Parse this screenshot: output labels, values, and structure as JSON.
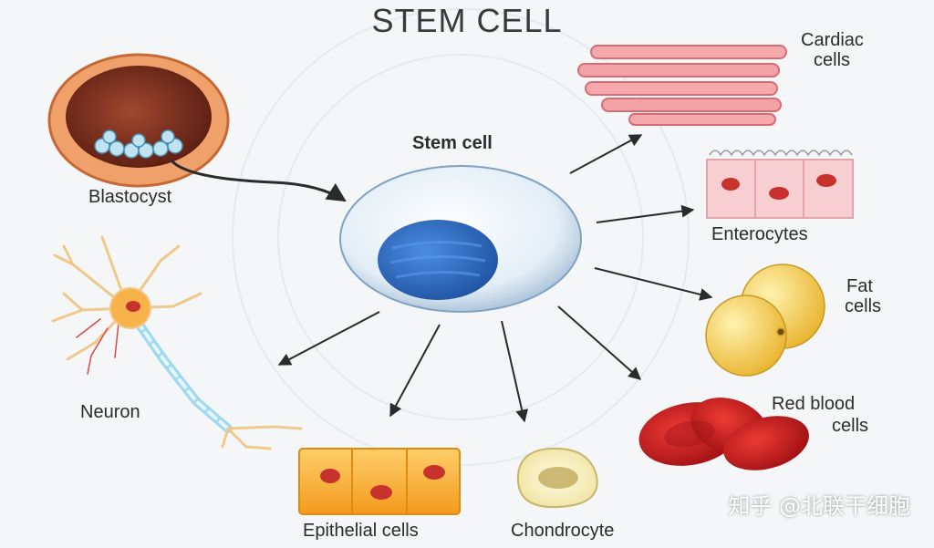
{
  "title": "STEM CELL",
  "center_label": "Stem cell",
  "labels": {
    "blastocyst": "Blastocyst",
    "cardiac_line1": "Cardiac",
    "cardiac_line2": "cells",
    "enterocytes": "Enterocytes",
    "fat_line1": "Fat",
    "fat_line2": "cells",
    "rbc_line1": "Red blood",
    "rbc_line2": "cells",
    "neuron": "Neuron",
    "epithelial": "Epithelial cells",
    "chondrocyte": "Chondrocyte"
  },
  "watermark": "知乎 @北联干细胞",
  "colors": {
    "stem_outer": "#dfeaf3",
    "stem_nucleus": "#2f6fc4",
    "cardiac": "#f3a3a7",
    "enterocyte": "#f7cfd2",
    "fat": "#f6cf5a",
    "rbc": "#c8181c",
    "epithelial": "#f5a623",
    "blastocyst": "#e9884c"
  }
}
